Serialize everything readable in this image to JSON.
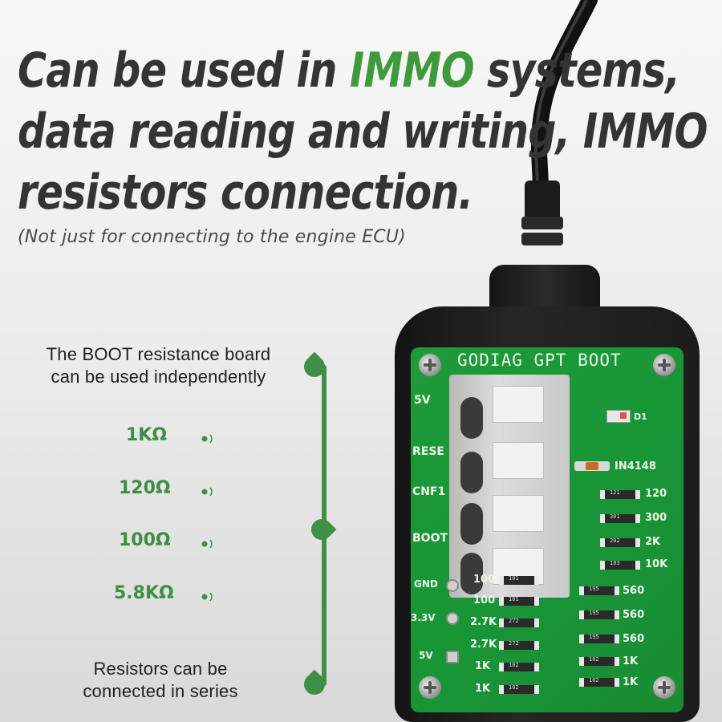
{
  "headline": {
    "line1_pre": "Can be used in ",
    "line1_highlight": "IMMO",
    "line1_post": " systems,",
    "line2": "data reading and writing, IMMO",
    "line3": "resistors connection."
  },
  "subline": "(Not just for connecting to the engine ECU)",
  "left_column": {
    "top_text_line1": "The BOOT resistance board",
    "top_text_line2": "can be used independently",
    "resistances": [
      "1KΩ",
      "120Ω",
      "100Ω",
      "5.8KΩ"
    ],
    "bottom_text_line1": "Resistors can be",
    "bottom_text_line2": "connected in series",
    "accent_color": "#3f8f47"
  },
  "board": {
    "title": "GODIAG GPT BOOT",
    "pins": [
      "5V",
      "RESE",
      "CNF1",
      "BOOT"
    ],
    "led_label": "D1",
    "diode_label": "IN4148",
    "right_top_values": [
      "120",
      "300",
      "2K",
      "10K"
    ],
    "right_top_codes": [
      "121",
      "301",
      "202",
      "103"
    ],
    "left_pins": [
      "GND",
      "3.3V",
      "5V"
    ],
    "left_values": [
      "100",
      "100",
      "2.7K",
      "2.7K",
      "1K",
      "1K"
    ],
    "left_codes": [
      "101",
      "101",
      "272",
      "272",
      "102",
      "102"
    ],
    "right_values": [
      "560",
      "560",
      "560",
      "1K",
      "1K"
    ],
    "right_codes": [
      "195",
      "195",
      "195",
      "102",
      "102"
    ],
    "pcb_color": "#1d9638"
  }
}
